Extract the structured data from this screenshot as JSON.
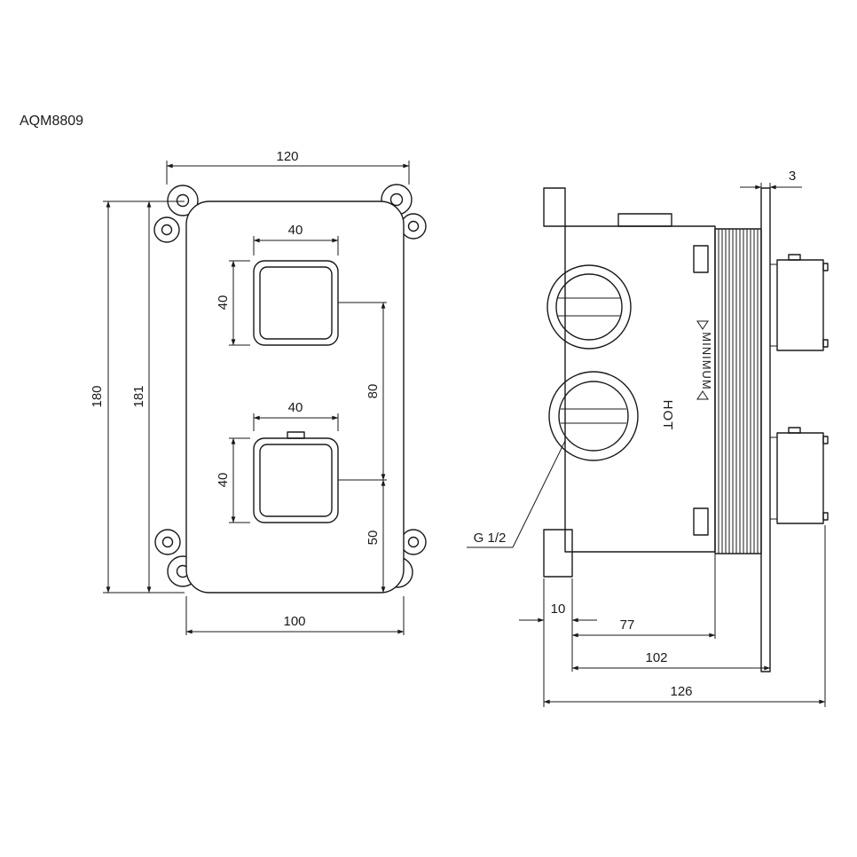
{
  "drawing": {
    "model": "AQM8809",
    "front_view": {
      "dim_width_top": "120",
      "dim_height_outer": "180",
      "dim_height_inner": "181",
      "dim_handle1_width": "40",
      "dim_handle1_height": "40",
      "dim_handle2_width": "40",
      "dim_handle2_height": "40",
      "dim_handle_spacing": "80",
      "dim_bottom_offset": "50",
      "dim_width_bottom": "100"
    },
    "side_view": {
      "dim_plate_thickness": "3",
      "dim_depth_stub": "10",
      "dim_depth_body": "77",
      "dim_depth_valve": "102",
      "dim_depth_total": "126",
      "label_thread": "G 1/2",
      "label_minimum": "MINIMUM",
      "label_hot": "HOT"
    },
    "colors": {
      "line": "#1a1a1a",
      "background": "#ffffff"
    }
  }
}
